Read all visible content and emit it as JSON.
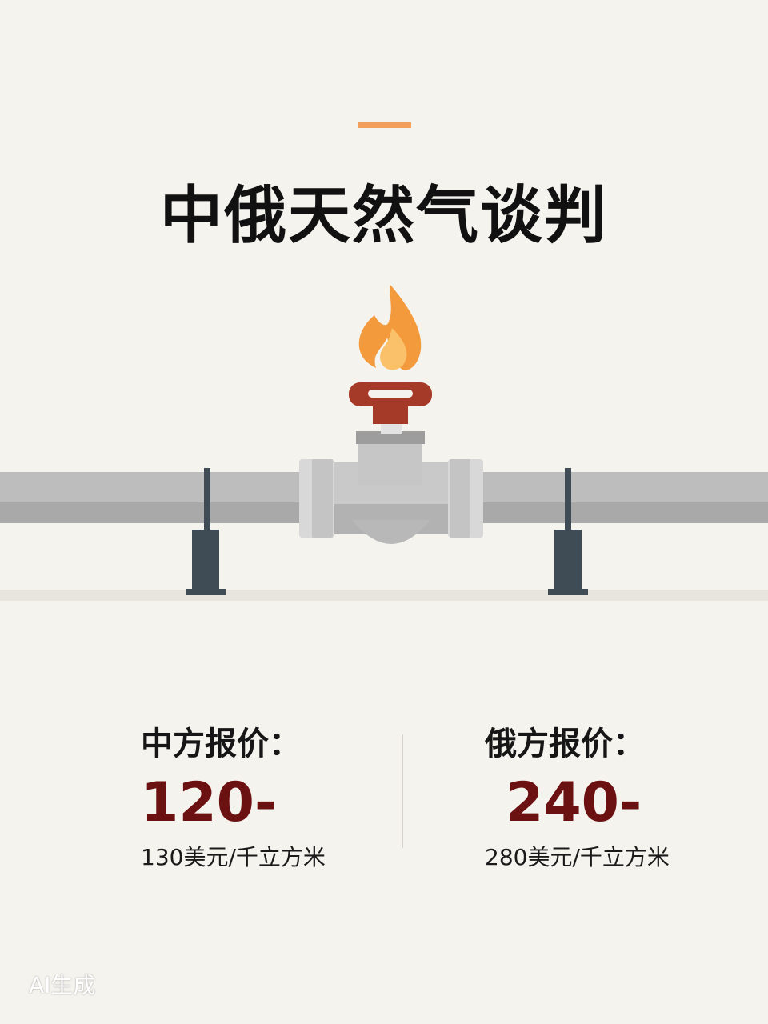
{
  "title": "中俄天然气谈判",
  "colors": {
    "accent": "#f0a05c",
    "price_value": "#6b1111",
    "valve_handle": "#a63a28",
    "flame_outer": "#f39a3c",
    "flame_inner": "#fbc16a",
    "pipe": "#bdbdbd",
    "support": "#3f4b55"
  },
  "illustration": {
    "icons": [
      "flame-icon",
      "valve-handle-icon",
      "pipeline-illustration"
    ]
  },
  "china_offer": {
    "label": "中方报价：",
    "range": "120-",
    "unit": "130美元/千立方米"
  },
  "russia_offer": {
    "label": "俄方报价：",
    "range": "240-",
    "unit": "280美元/千立方米"
  },
  "watermark": "AI生成"
}
